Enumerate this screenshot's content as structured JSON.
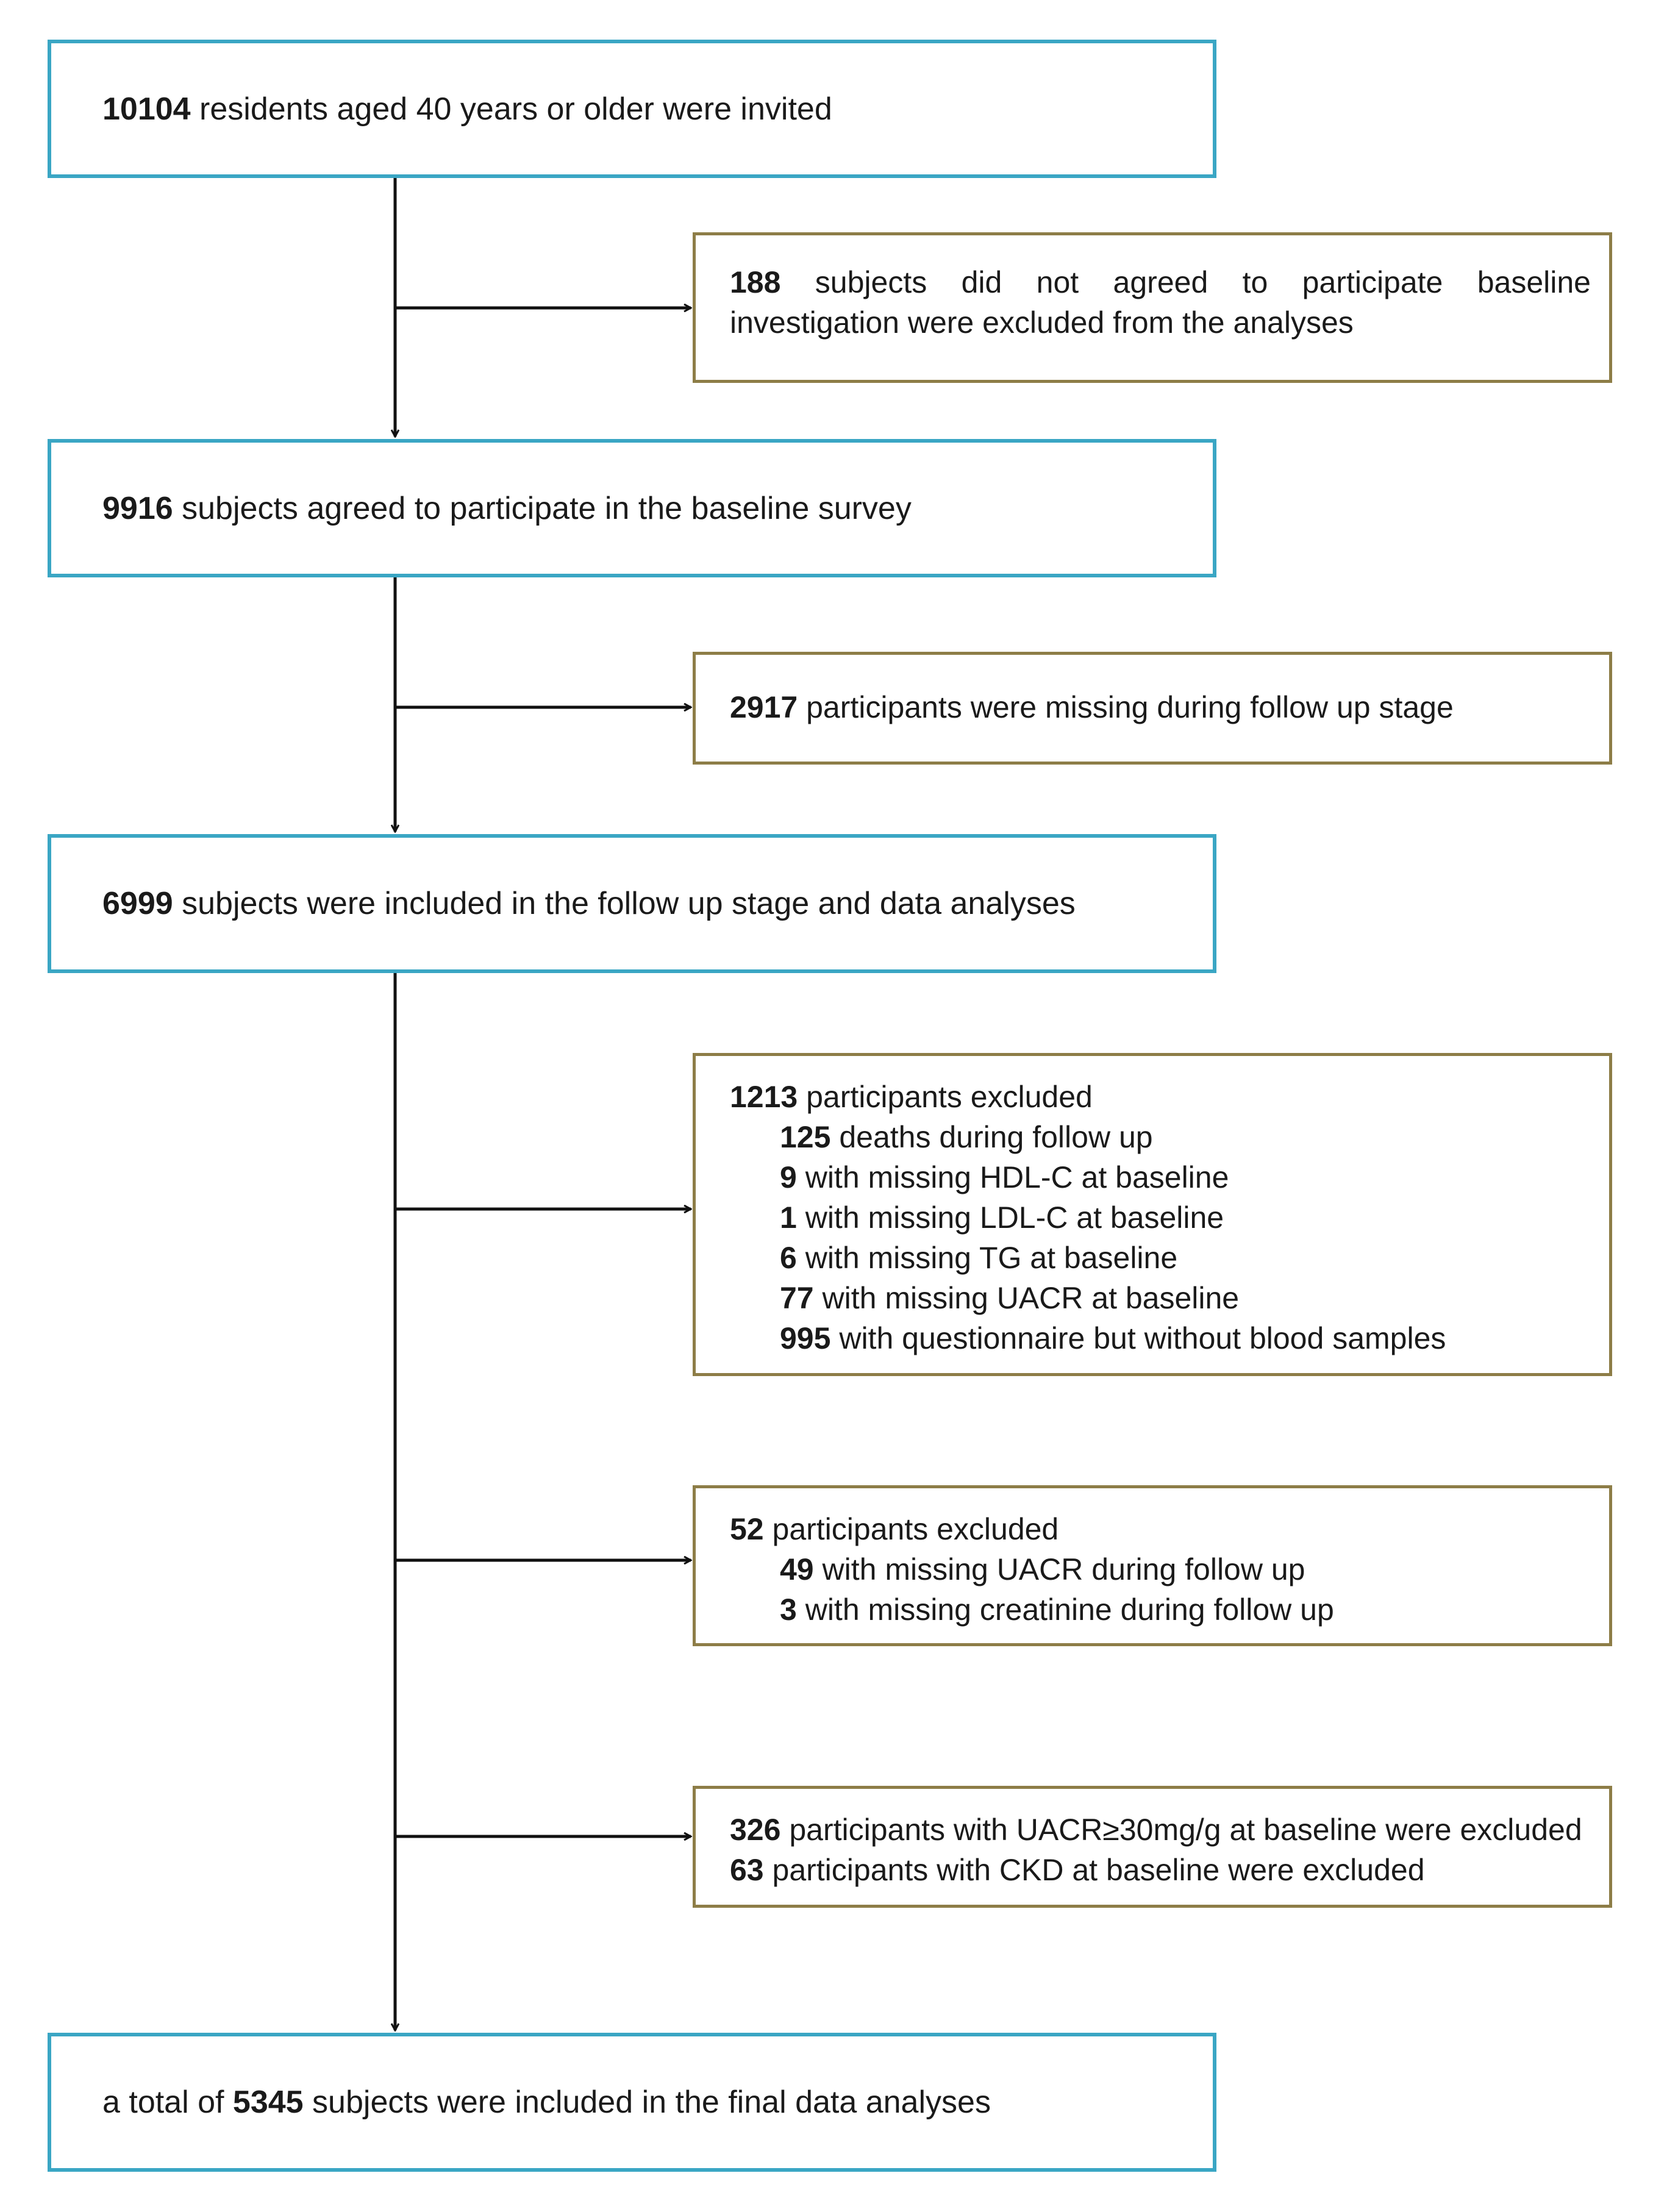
{
  "main_boxes": {
    "invited": {
      "num": "10104",
      "text": " residents aged 40 years or older were invited"
    },
    "agreed": {
      "num": "9916",
      "text": " subjects agreed to participate in the baseline survey"
    },
    "included": {
      "num": "6999",
      "text": " subjects were included in the follow up stage and data analyses"
    },
    "final": {
      "pre": "a total of ",
      "num": "5345",
      "text": " subjects were included in the final data analyses"
    }
  },
  "exclusions": {
    "refused": {
      "num": "188",
      "line1_text": " subjects did not agreed to participate baseline",
      "line2": "investigation were excluded from the analyses"
    },
    "missing_followup": {
      "num": "2917",
      "text": " participants were missing during follow up stage"
    },
    "baseline_exclusions": {
      "header_num": "1213",
      "header_text": " participants excluded",
      "items": [
        {
          "num": "125",
          "text": " deaths during follow up"
        },
        {
          "num": "9",
          "text": " with missing HDL-C at baseline"
        },
        {
          "num": "1",
          "text": " with missing LDL-C at baseline"
        },
        {
          "num": "6",
          "text": " with missing TG at baseline"
        },
        {
          "num": "77",
          "text": " with missing UACR at baseline"
        },
        {
          "num": "995",
          "text": " with questionnaire but without  blood samples"
        }
      ]
    },
    "followup_exclusions": {
      "header_num": "52",
      "header_text": " participants excluded",
      "items": [
        {
          "num": "49",
          "text": " with missing UACR during follow up"
        },
        {
          "num": "3",
          "text": " with missing creatinine during follow up"
        }
      ]
    },
    "ckd_exclusions": {
      "items": [
        {
          "num": "326",
          "text": " participants with UACR≥30mg/g at baseline were excluded"
        },
        {
          "num": "63",
          "text": " participants with CKD at baseline were excluded"
        }
      ]
    }
  },
  "colors": {
    "main_border": "#3aa6c4",
    "side_border": "#8d7d47",
    "line": "#111111"
  }
}
